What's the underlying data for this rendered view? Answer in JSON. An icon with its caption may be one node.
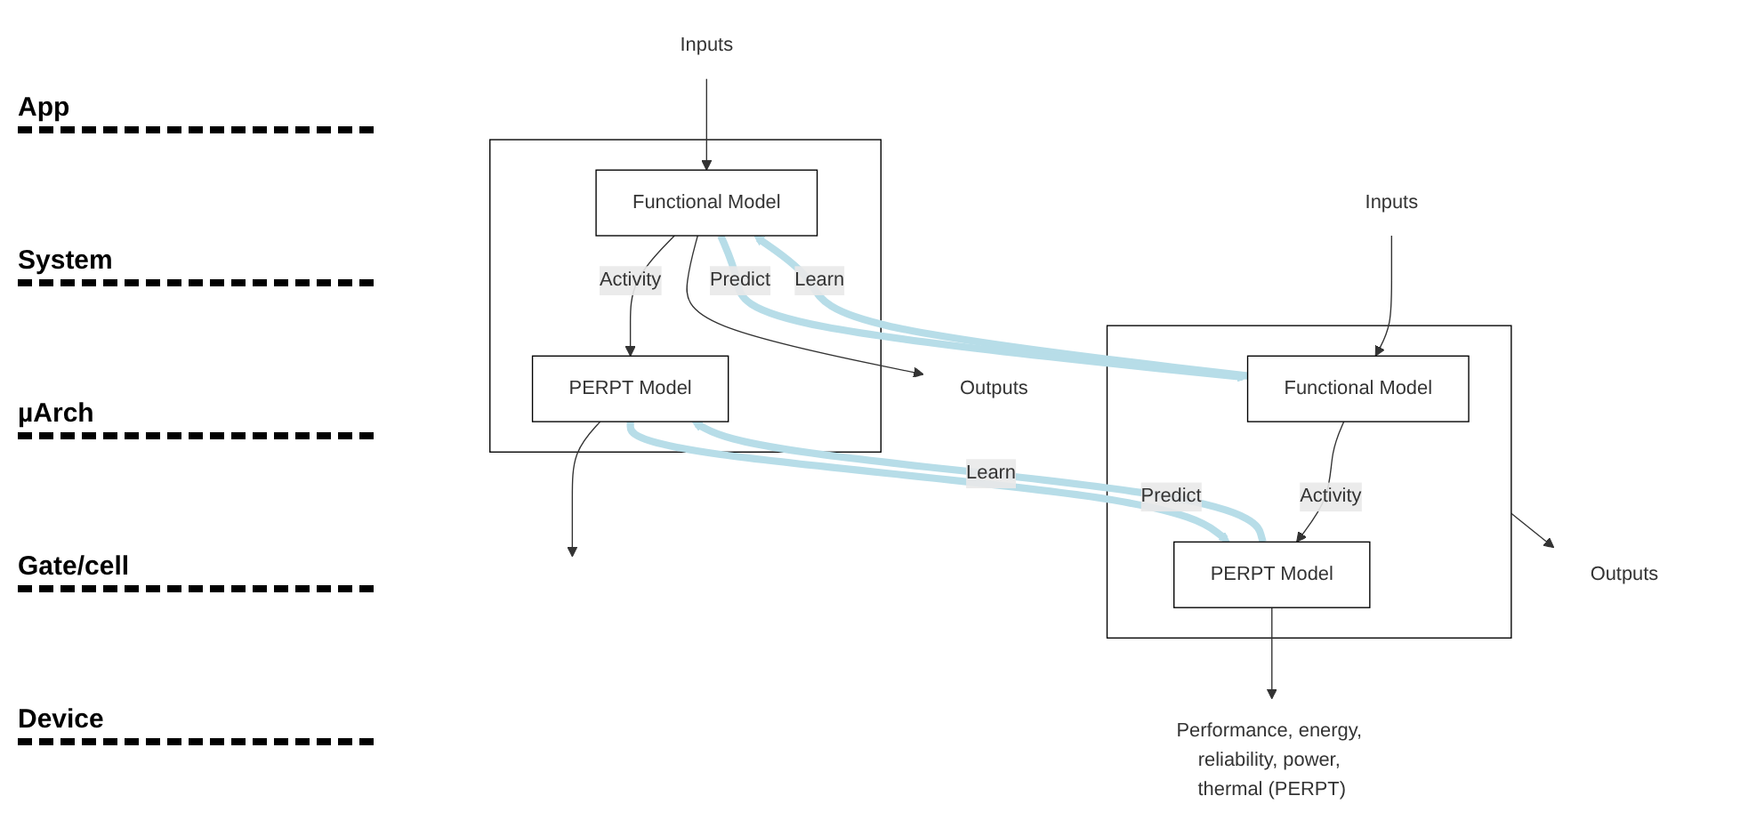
{
  "diagram": {
    "nodes": [
      {
        "text": [],
        "shape": "box"
      },
      {
        "text": [
          "Functional Model"
        ],
        "in": 0
      },
      {
        "text": [
          "PERPT Model"
        ],
        "in": 0
      },
      {
        "text": [
          "Inputs"
        ]
      },
      {
        "text": [
          "Outputs"
        ]
      },
      {
        "text": [],
        "shape": "box"
      },
      {
        "text": [
          "Functional Model"
        ],
        "in": 5
      },
      {
        "text": [
          "PERPT Model"
        ],
        "in": 5
      },
      {
        "text": [
          "Inputs"
        ]
      },
      {
        "text": [
          "Outputs"
        ]
      },
      {
        "text": [
          "Performance, energy, reliability, power, thermal (PERPT)"
        ]
      }
    ],
    "edges": [
      {
        "from": 3,
        "to": 1,
        "arrow": "to"
      },
      {
        "from": 1,
        "to": 2,
        "arrow": "to",
        "label": "Activity"
      },
      {
        "from": 2,
        "to": null,
        "arrow": "to"
      },
      {
        "from": 1,
        "to": 4,
        "arrow": "to"
      },
      {
        "from": 6,
        "to": 1,
        "arrow": "to",
        "label": "Learn",
        "style": "thick",
        "color": "#b7dde8"
      },
      {
        "from": 1,
        "to": 6,
        "arrow": "to",
        "label": "Predict",
        "style": "thick",
        "color": "#b7dde8"
      },
      {
        "from": 7,
        "to": 2,
        "arrow": "to",
        "label": "Learn",
        "style": "thick",
        "color": "#b7dde8"
      },
      {
        "from": 2,
        "to": 7,
        "arrow": "to",
        "label": "Predict",
        "style": "thick",
        "color": "#b7dde8"
      },
      {
        "from": 8,
        "to": 6,
        "arrow": "to"
      },
      {
        "from": 6,
        "to": 7,
        "arrow": "to",
        "label": "Activity"
      },
      {
        "from": 7,
        "to": 10,
        "arrow": "to"
      },
      {
        "from": 5,
        "to": 9,
        "arrow": "to"
      }
    ],
    "labels": [
      "App",
      "System",
      "µArch",
      "Gate/cell",
      "Device"
    ]
  }
}
